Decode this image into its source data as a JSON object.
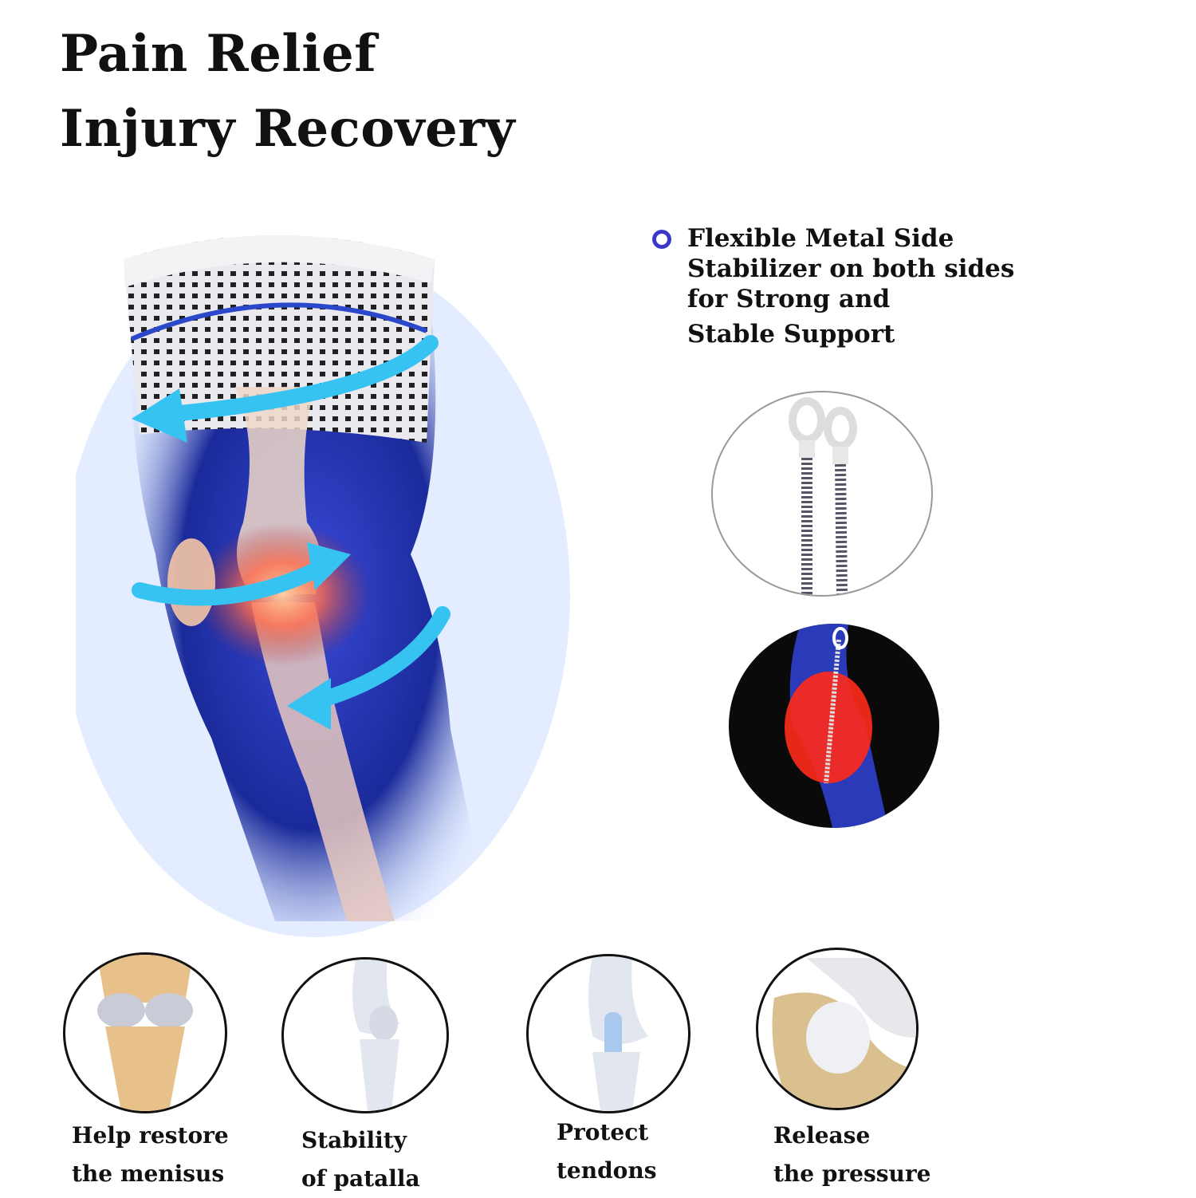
{
  "headline": {
    "line1": "Pain Relief",
    "line2": "Injury Recovery"
  },
  "feature": {
    "bullet_color": "#3a38c7",
    "lines": [
      "Flexible Metal Side",
      "Stabilizer on both sides",
      "for Strong and",
      "Stable Support"
    ]
  },
  "benefits": [
    {
      "icon": "meniscus-illustration",
      "lines": [
        "Help restore",
        "the menisus"
      ]
    },
    {
      "icon": "patella-illustration",
      "lines": [
        "Stability",
        "of patalla"
      ]
    },
    {
      "icon": "tendon-illustration",
      "lines": [
        "Protect",
        "tendons"
      ]
    },
    {
      "icon": "joint-pressure-illustration",
      "lines": [
        "Release",
        "the pressure"
      ]
    }
  ],
  "colors": {
    "arrow": "#36c3f2",
    "sleeve_stripe": "#2a48c9",
    "leg_glow": "#1a2a9a",
    "inflammation": "#ff3a2a"
  }
}
